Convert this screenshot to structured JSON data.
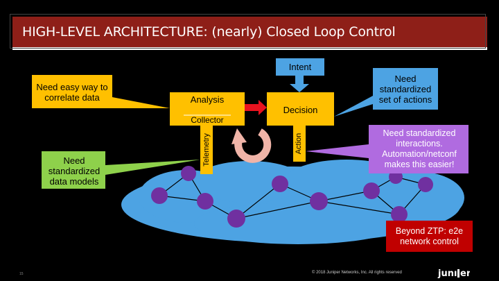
{
  "slide": {
    "title": "HIGH-LEVEL ARCHITECTURE: (nearly) Closed Loop Control",
    "page_number": "15",
    "copyright": "© 2018 Juniper Networks, Inc. All rights reserved",
    "logo_text": "JUNIPER"
  },
  "diagram": {
    "intent_label": "Intent",
    "analysis_label": "Analysis",
    "collector_label": "Collector",
    "decision_label": "Decision",
    "telemetry_label": "Telemetry",
    "action_label": "Action",
    "callouts": {
      "correlate": "Need easy way to correlate data",
      "data_models": "Need standardized data models",
      "actions": "Need standardized set of actions",
      "interactions": "Need standardized interactions. Automation/netconf makes this easier!",
      "ztp": "Beyond ZTP: e2e network control"
    }
  },
  "colors": {
    "title_bar": "#8e1f18",
    "intent_blue": "#4da3e3",
    "collector_yellow": "#ffc000",
    "correlate_callout": "#ffc000",
    "data_models_callout": "#8ed14b",
    "actions_callout": "#4da3e3",
    "interactions_callout": "#b06be0",
    "decision_arrow": "#e8131f",
    "loop_arrow": "#f0b4a8",
    "cloud": "#4da3e3",
    "node": "#7030a0",
    "ztp_box": "#c00000"
  }
}
